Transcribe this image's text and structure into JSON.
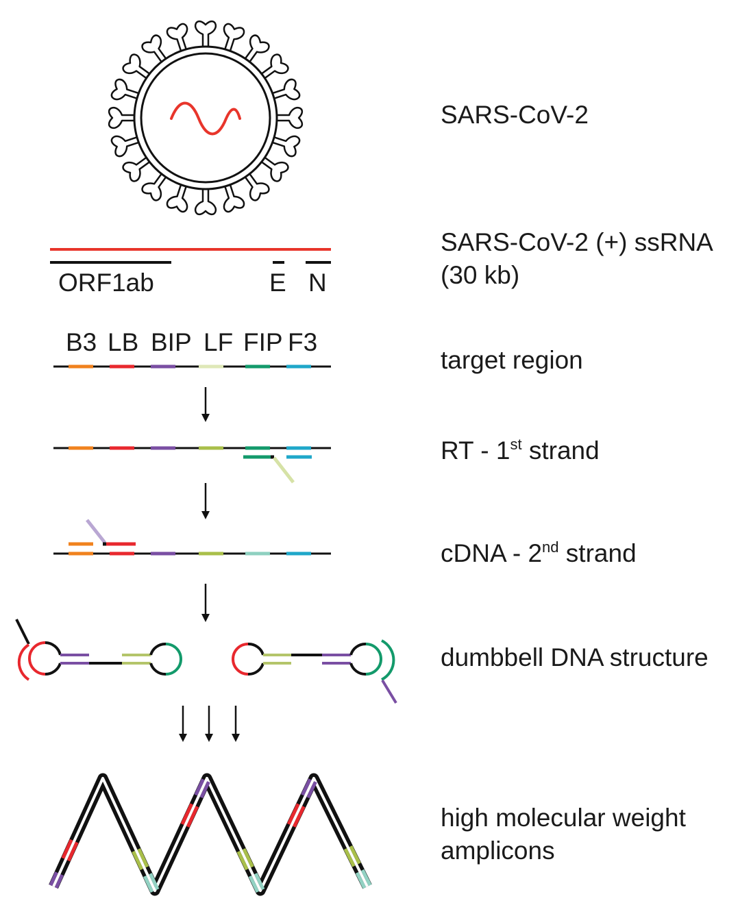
{
  "steps": {
    "virus": "SARS-CoV-2",
    "genome_line1": "SARS-CoV-2 (+) ssRNA",
    "genome_line2": "(30 kb)",
    "target": "target region",
    "rt_pre": "RT - 1",
    "rt_sup": "st",
    "rt_post": " strand",
    "cdna_pre": "cDNA - 2",
    "cdna_sup": "nd",
    "cdna_post": " strand",
    "dumbbell": "dumbbell DNA structure",
    "amplicon_line1": "high molecular weight",
    "amplicon_line2": "amplicons"
  },
  "genes": {
    "orf1ab": "ORF1ab",
    "e": "E",
    "n": "N"
  },
  "primers": [
    "B3",
    "LB",
    "BIP",
    "LF",
    "FIP",
    "F3"
  ],
  "colors": {
    "rna": "#e8352b",
    "B3": "#f0821e",
    "LB": "#e8282e",
    "BIP": "#7a4fa3",
    "LF": "#c8d88a",
    "LF_dark": "#a9bf4a",
    "FIP": "#139a6b",
    "F3": "#1fa7c9",
    "FIP_light": "#92d2c3",
    "LB_light": "#b9a7d3",
    "black": "#111111"
  }
}
